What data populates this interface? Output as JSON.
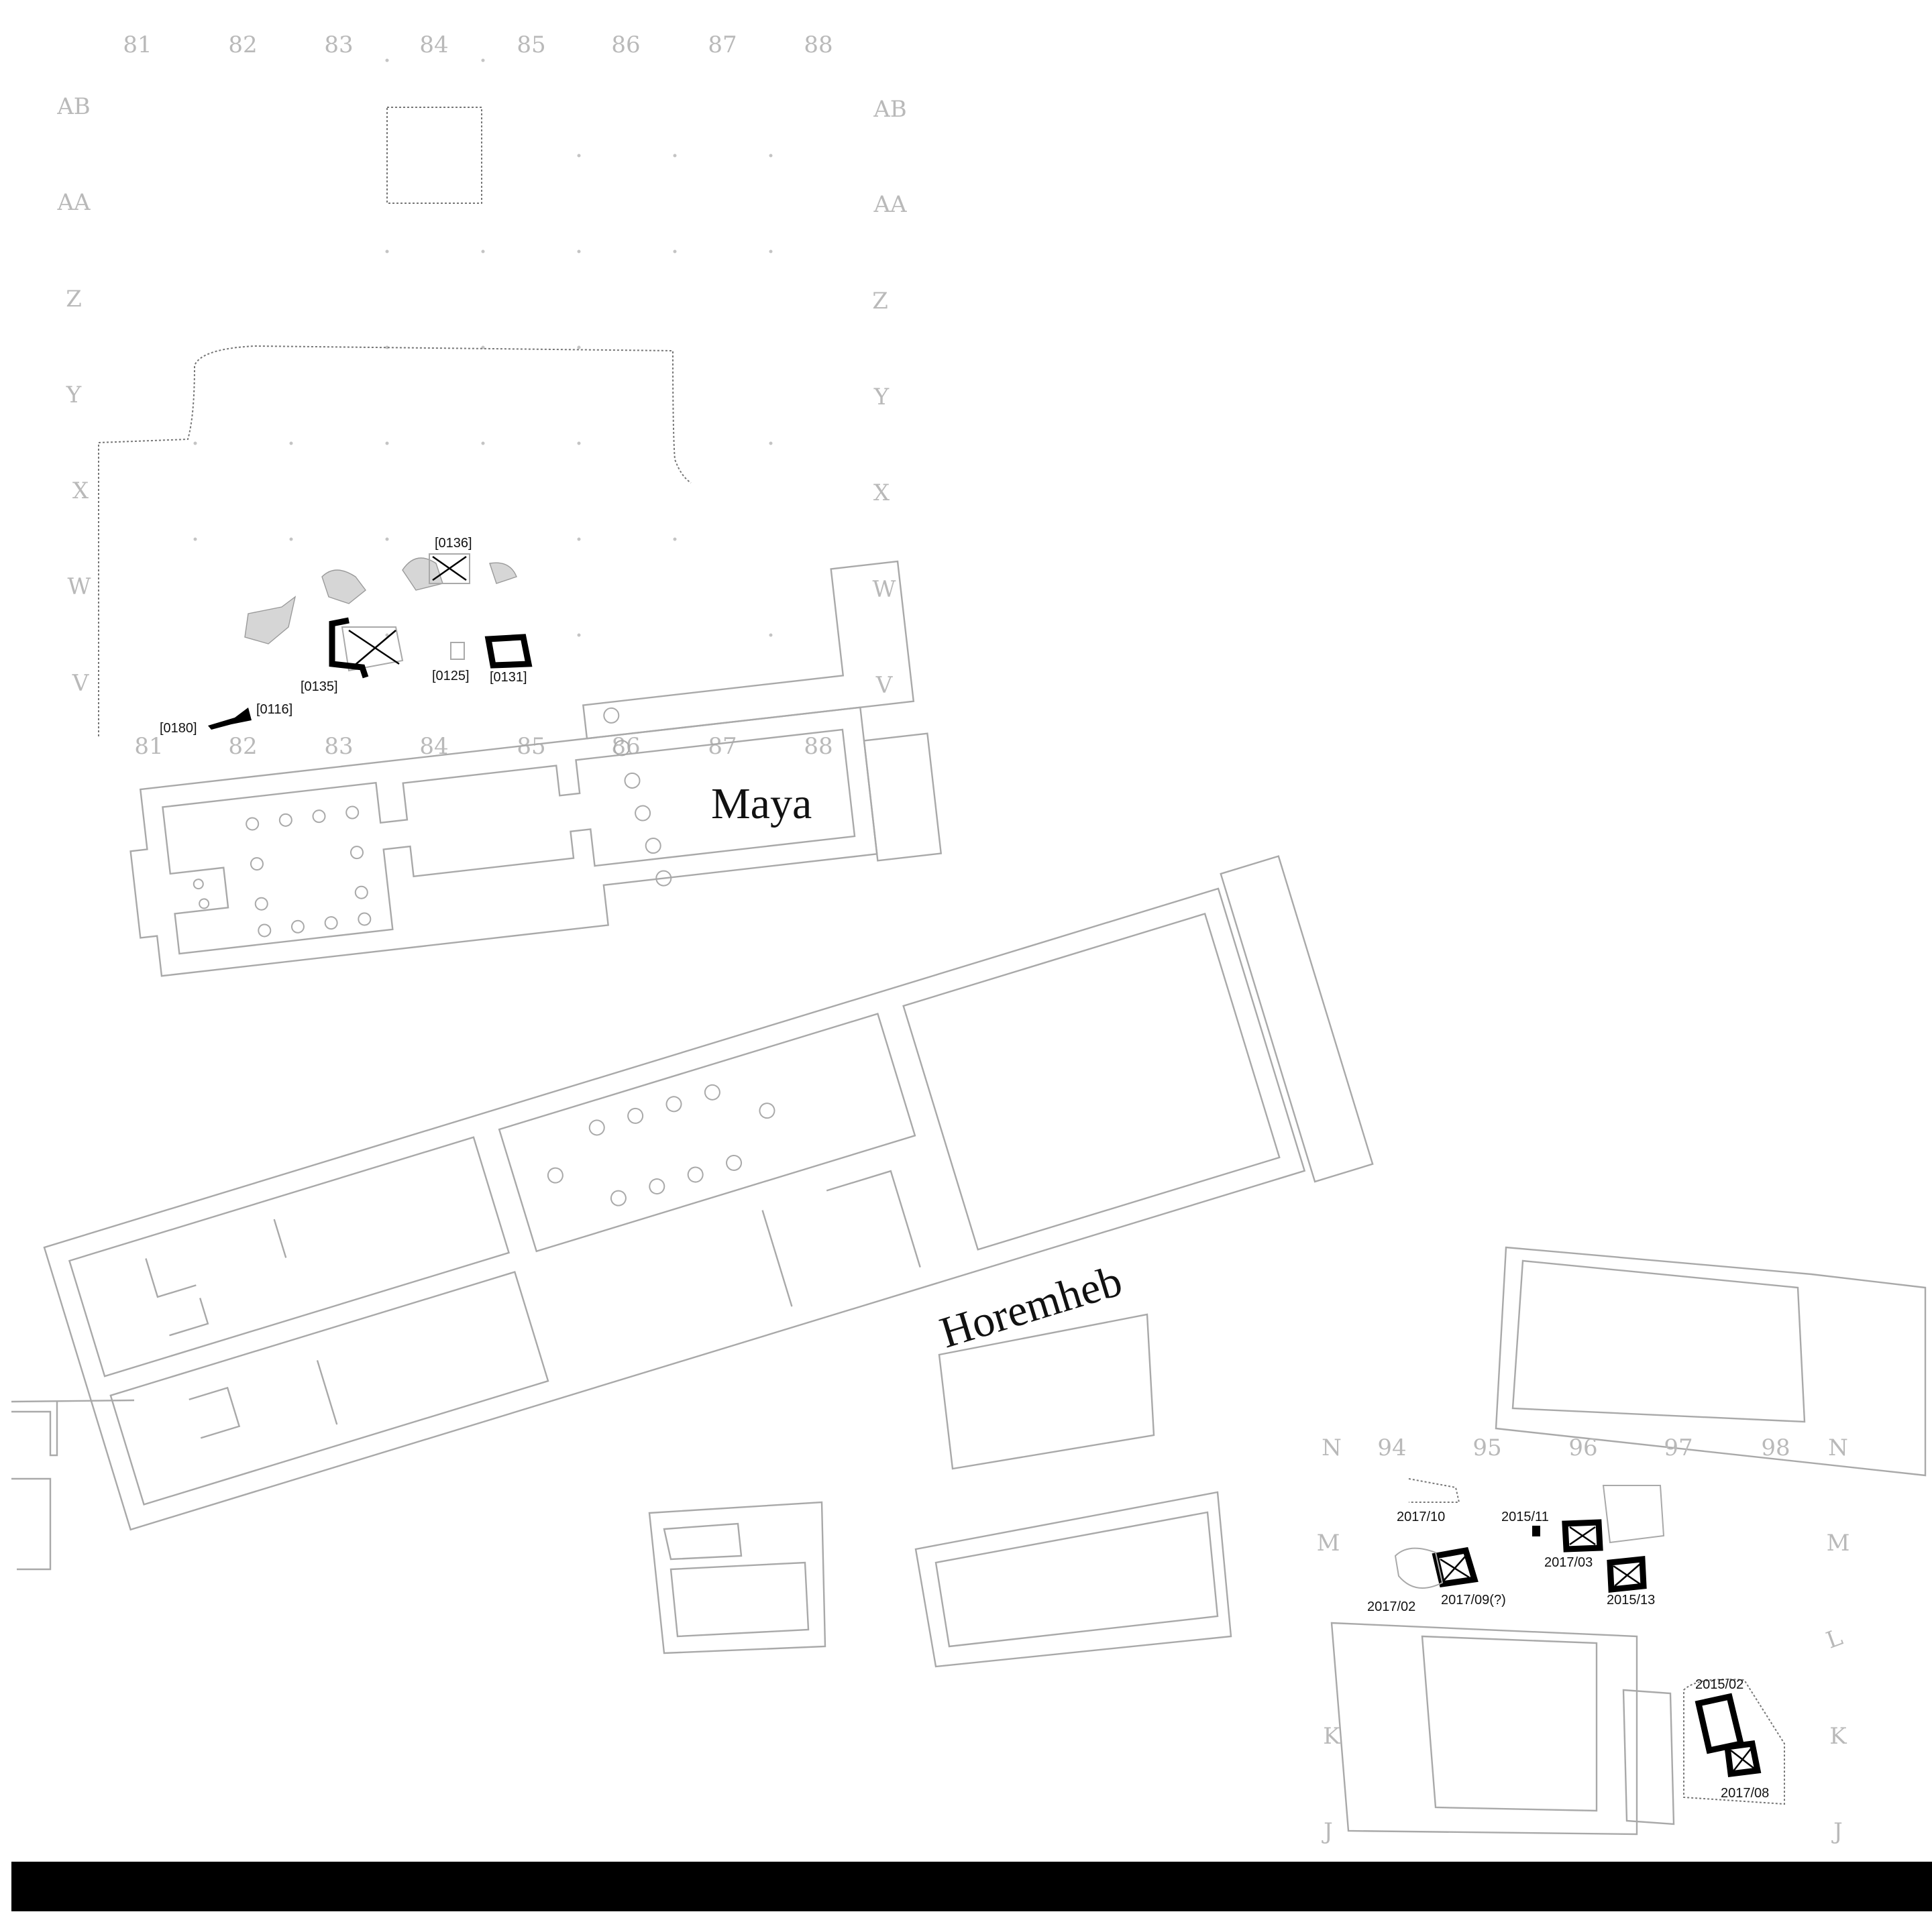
{
  "map": {
    "tomb_labels": {
      "maya": "Maya",
      "horemheb": "Horemheb"
    },
    "north_grid": {
      "columns": [
        "81",
        "82",
        "83",
        "84",
        "85",
        "86",
        "87",
        "88"
      ],
      "rows": [
        "AB",
        "AA",
        "Z",
        "Y",
        "X",
        "W",
        "V"
      ]
    },
    "south_grid": {
      "columns": [
        "94",
        "95",
        "96",
        "97",
        "98"
      ],
      "rows": [
        "N",
        "M",
        "L",
        "K",
        "J"
      ]
    },
    "north_features": [
      "[0136]",
      "[0135]",
      "[0125]",
      "[0131]",
      "[0116]",
      "[0180]"
    ],
    "south_features": [
      "2017/10",
      "2015/11",
      "2017/03",
      "2017/02",
      "2017/09(?)",
      "2015/13",
      "2015/02",
      "2017/08"
    ],
    "colors": {
      "wall": "#a9a9a9",
      "grid_label": "#b9b9b9",
      "shaft": "#000000",
      "footer_bar": "#000000",
      "background": "#ffffff"
    }
  }
}
